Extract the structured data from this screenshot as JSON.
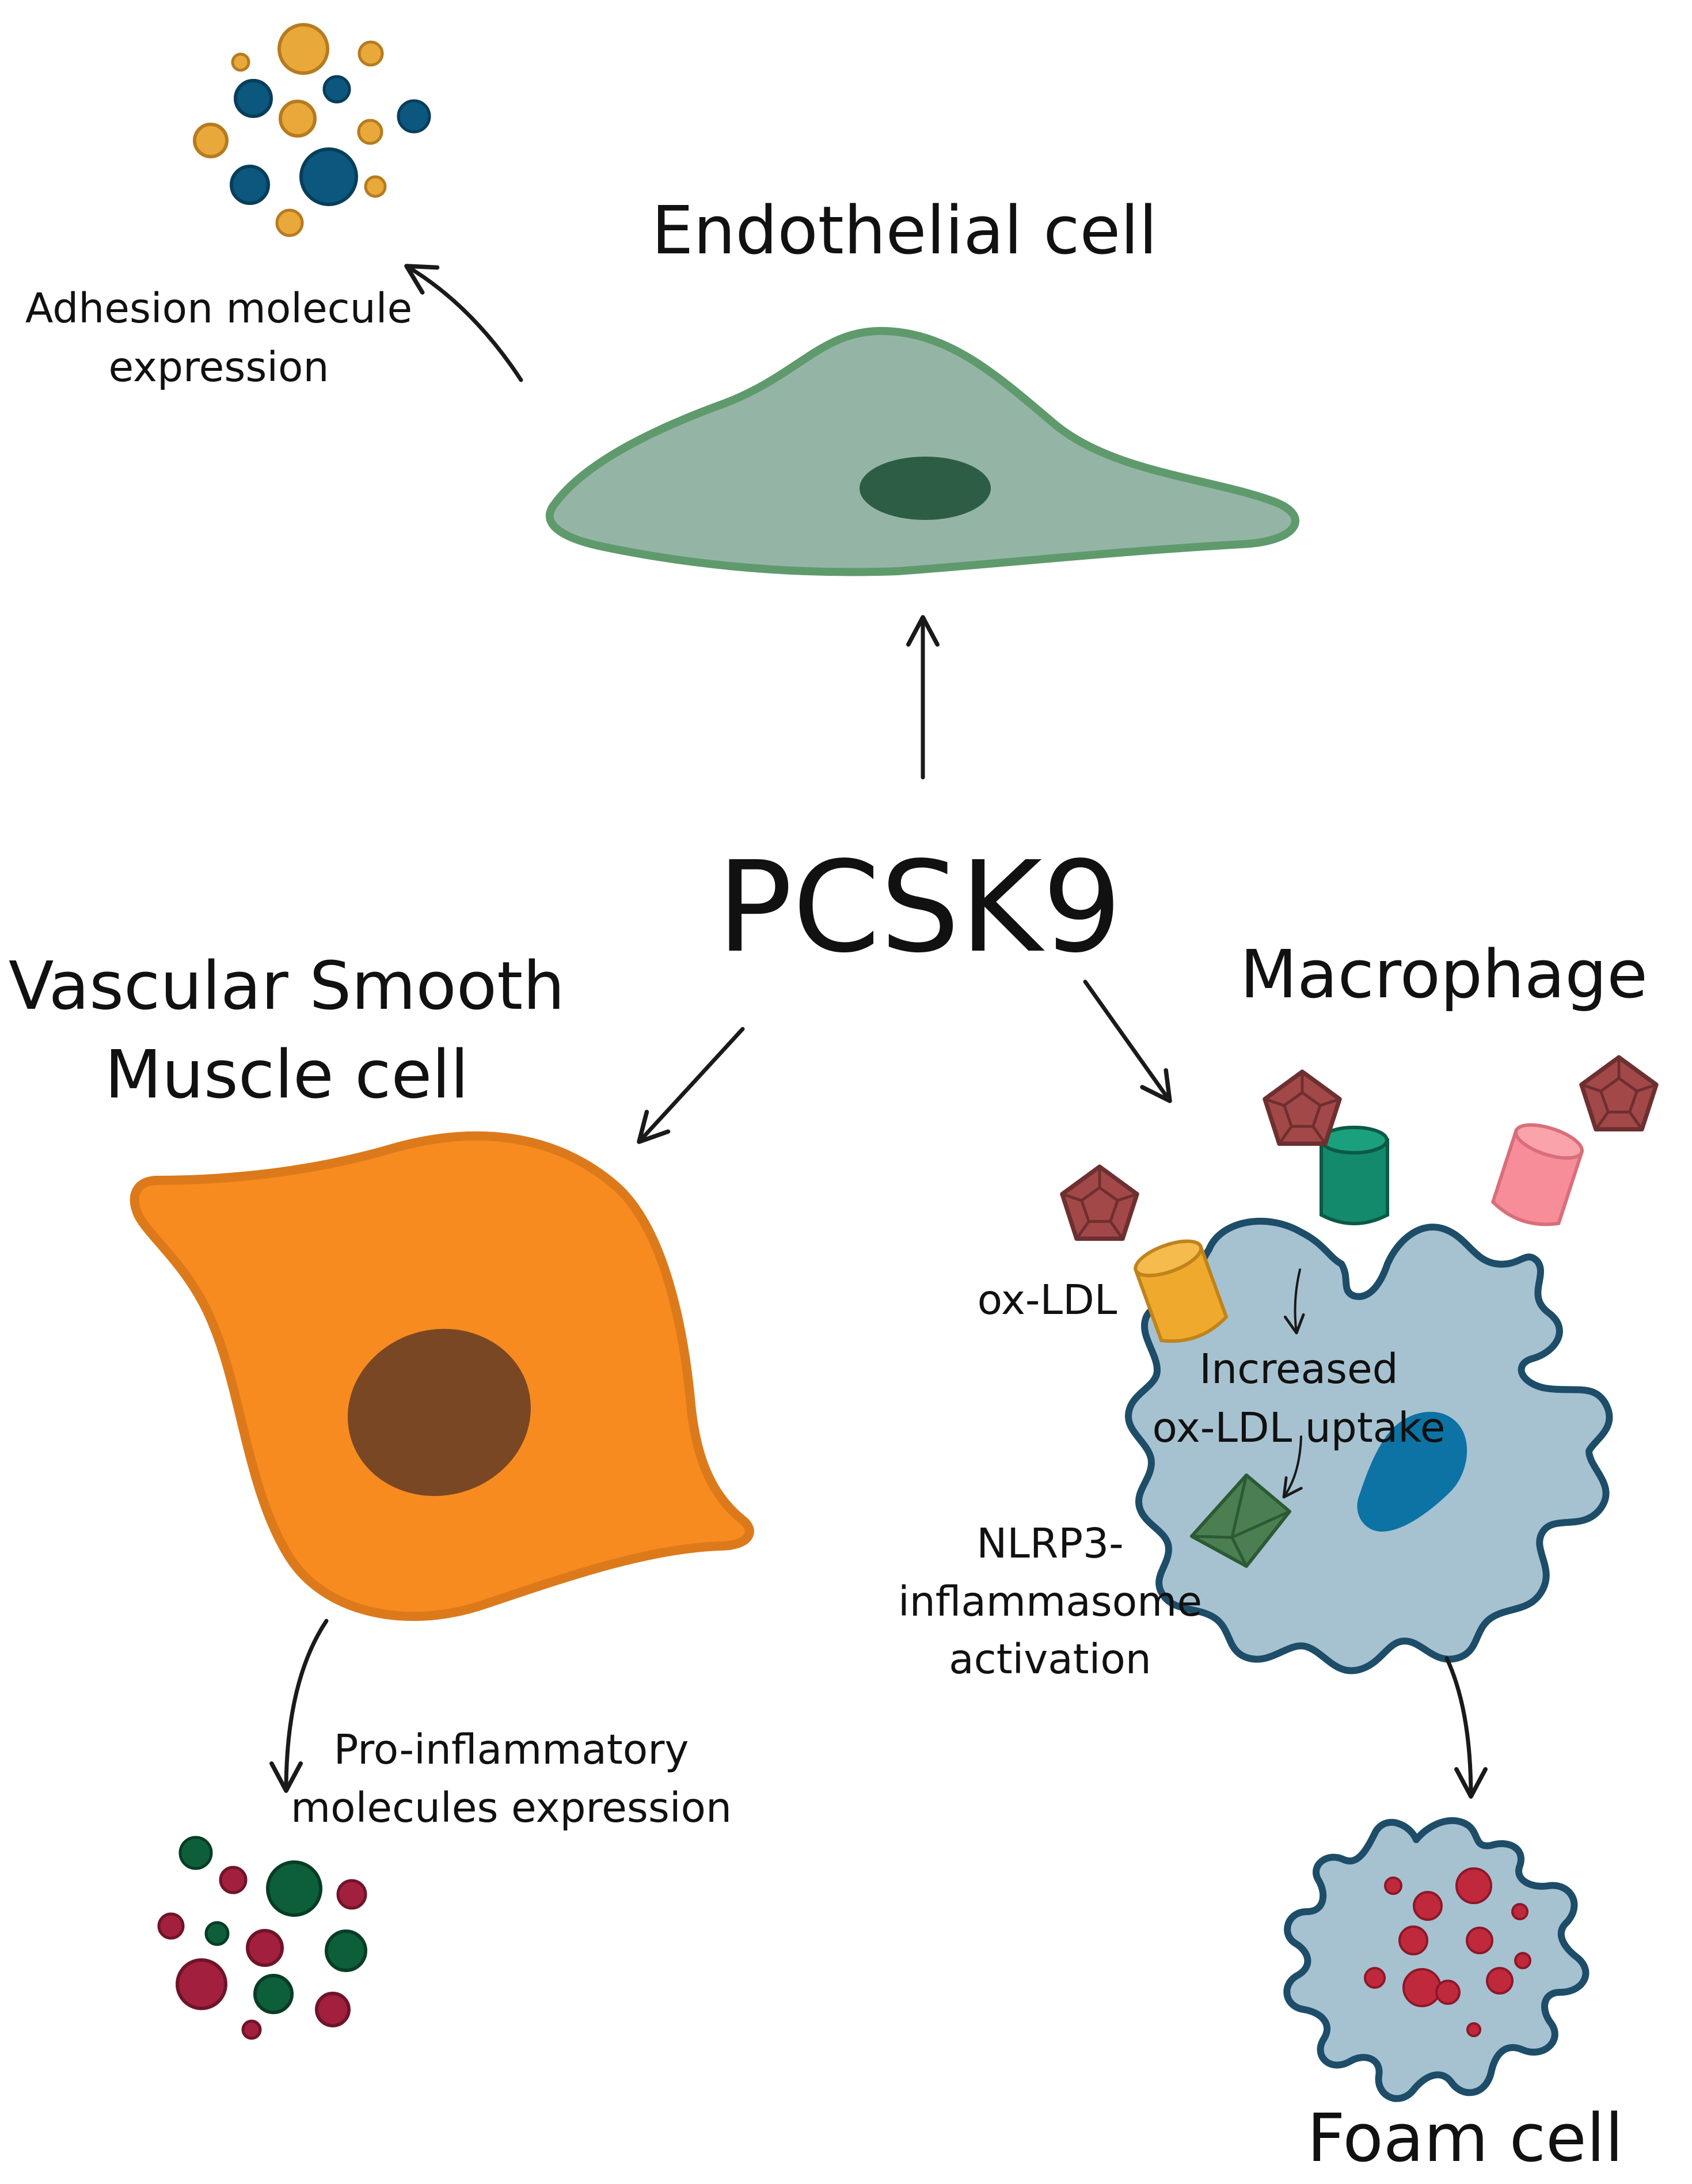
{
  "center": {
    "label": "PCSK9"
  },
  "endothelial": {
    "title": "Endothelial cell",
    "effect_line1": "Adhesion molecule",
    "effect_line2": "expression"
  },
  "vsmc": {
    "title_line1": "Vascular Smooth",
    "title_line2": "Muscle cell",
    "effect_line1": "Pro-inflammatory",
    "effect_line2": "molecules expression"
  },
  "macrophage": {
    "title": "Macrophage",
    "oxldl_label": "ox-LDL",
    "uptake_line1": "Increased",
    "uptake_line2": "ox-LDL uptake",
    "nlrp3_line1": "NLRP3-",
    "nlrp3_line2": "inflammasome",
    "nlrp3_line3": "activation"
  },
  "foam": {
    "title": "Foam cell"
  },
  "colors": {
    "endothelial_fill": "#94b5a6",
    "endothelial_stroke": "#5f9a6c",
    "endothelial_nucleus": "#2d5e45",
    "vsmc_fill": "#f88b1f",
    "vsmc_stroke": "#dc7a1b",
    "vsmc_nucleus": "#7a4724",
    "macrophage_fill": "#a6c2d1",
    "macrophage_stroke": "#1d4d68",
    "macrophage_nucleus": "#0d72a4",
    "oxldl_particle": "#a34848",
    "receptor_teal": "#138a6b",
    "receptor_yellow": "#efa92c",
    "receptor_pink": "#f78d98",
    "inflammasome": "#4b7f52",
    "foam_droplet": "#c0283c",
    "dot_gold": "#e8a93a",
    "dot_blue": "#0b577e",
    "dot_red": "#a31f3e",
    "dot_green": "#0d5f3a"
  },
  "icons": [
    "endothelial-cell-icon",
    "vascular-smooth-muscle-cell-icon",
    "macrophage-icon",
    "foam-cell-icon",
    "ox-ldl-particle-icon",
    "receptor-icon",
    "inflammasome-icon"
  ]
}
